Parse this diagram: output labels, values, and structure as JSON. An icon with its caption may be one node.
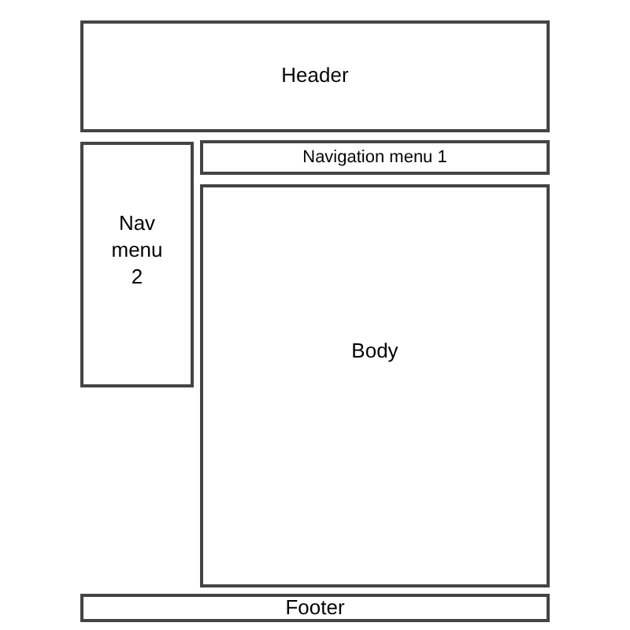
{
  "diagram": {
    "nodes": [
      {
        "text": [
          "Header"
        ]
      },
      {
        "text": [
          "Nav menu 2"
        ]
      },
      {
        "text": [
          "Navigation menu 1"
        ]
      },
      {
        "text": [
          "Body"
        ]
      },
      {
        "text": [
          "Footer"
        ]
      }
    ]
  }
}
